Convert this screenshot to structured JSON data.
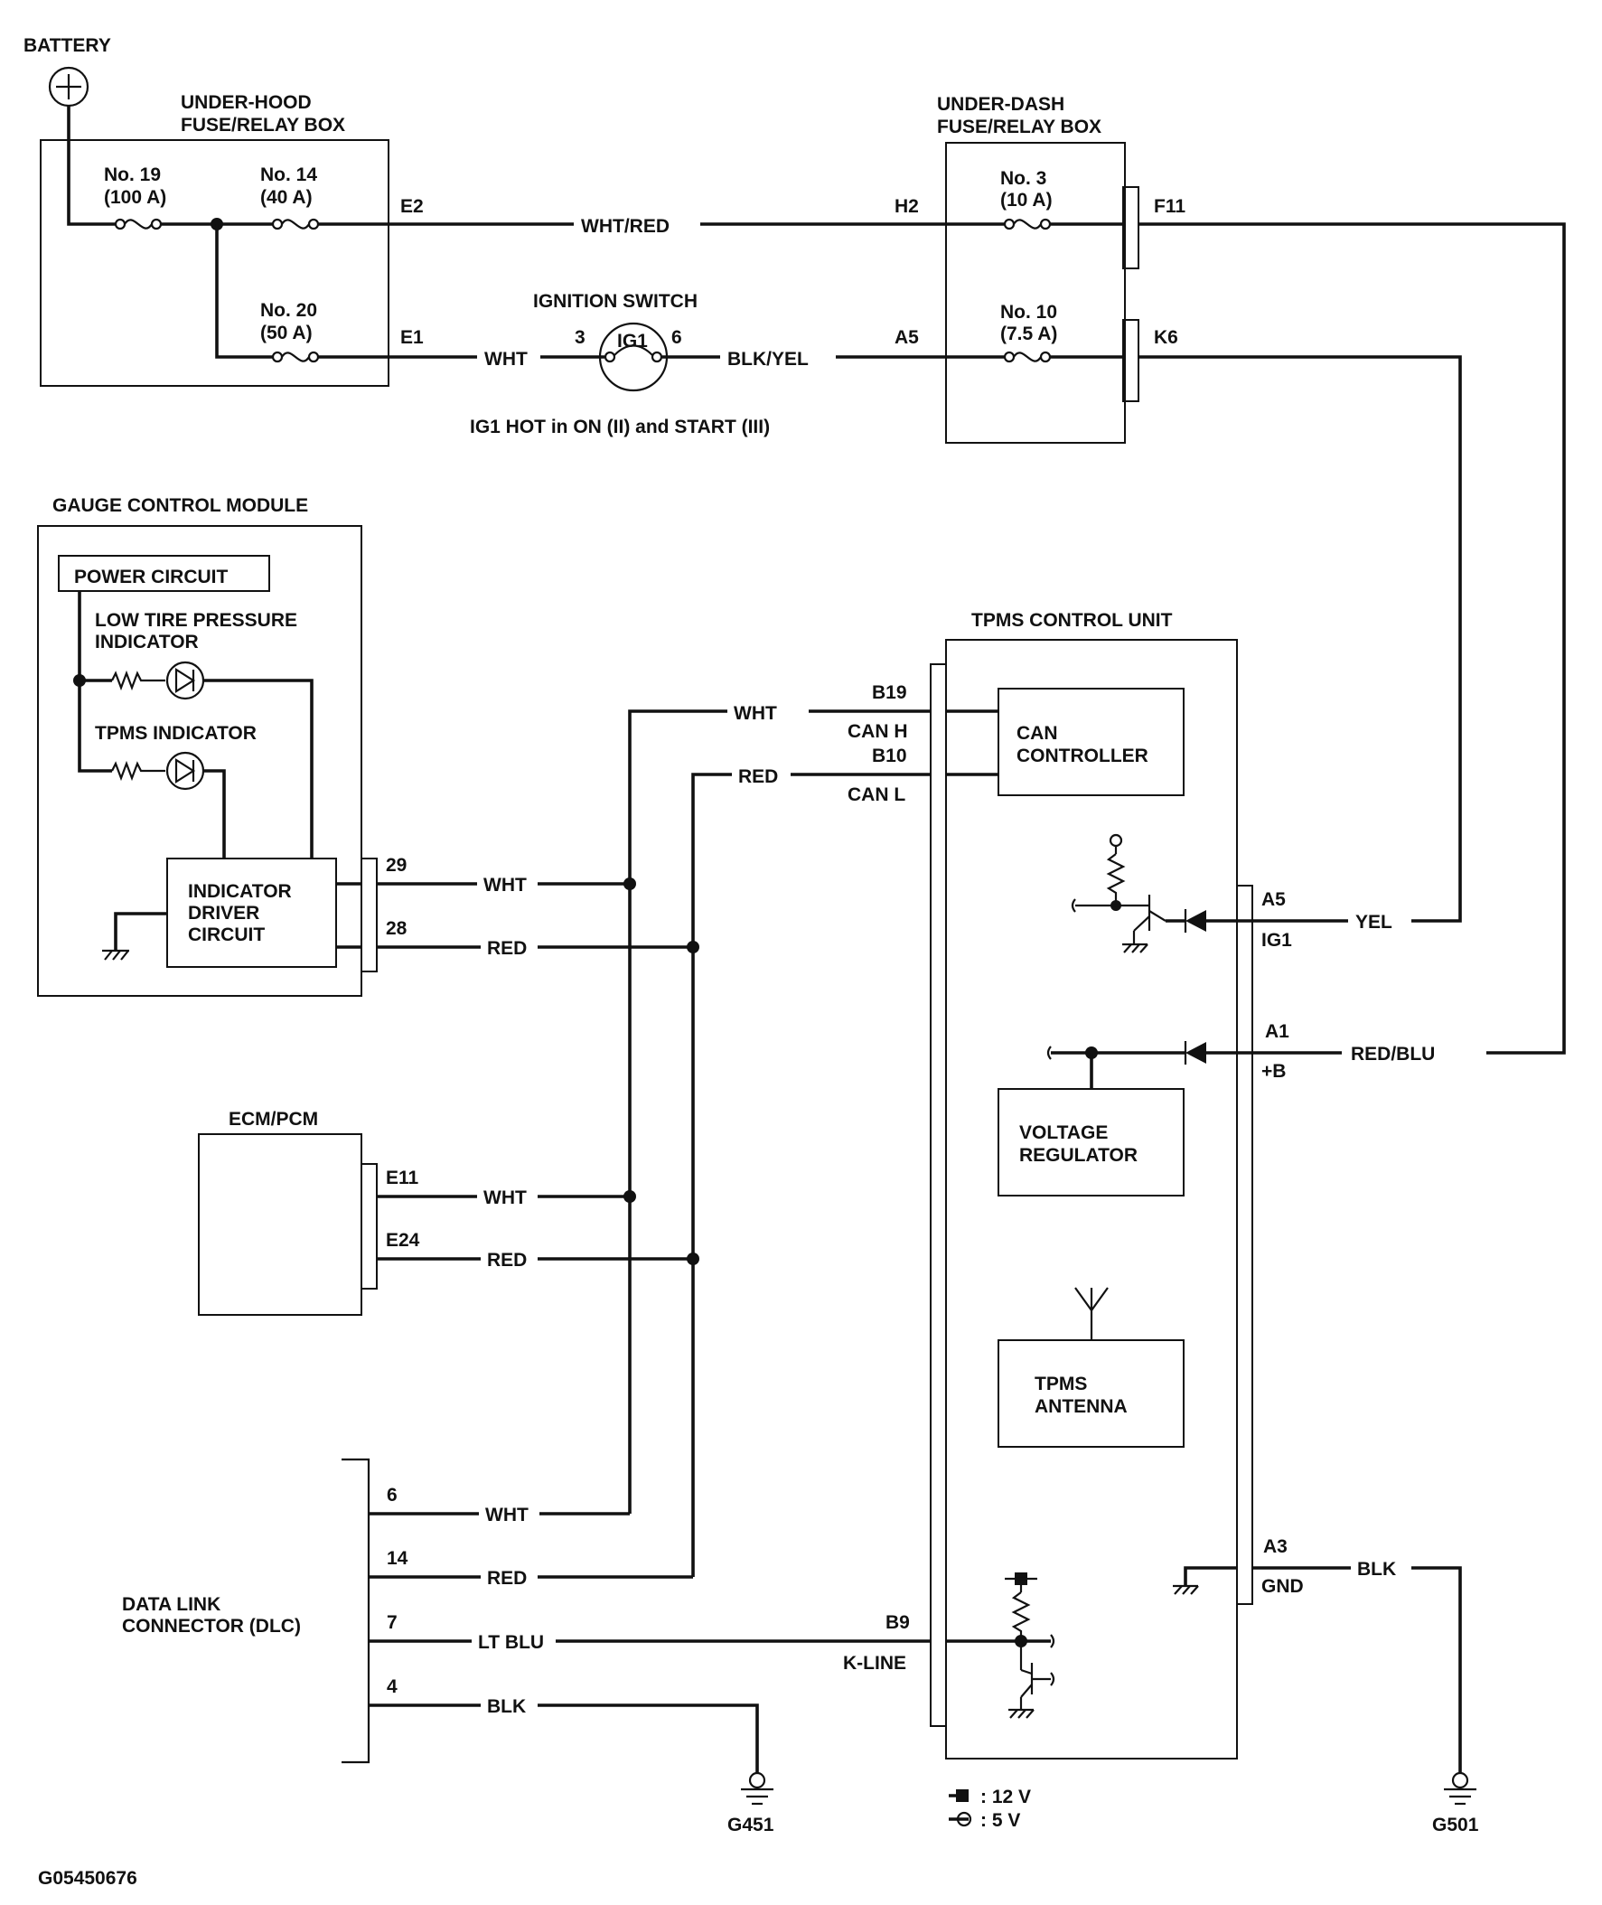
{
  "components": {
    "battery": "BATTERY",
    "under_hood_box": [
      "UNDER-HOOD",
      "FUSE/RELAY BOX"
    ],
    "under_dash_box": [
      "UNDER-DASH",
      "FUSE/RELAY BOX"
    ],
    "ignition_switch": "IGNITION SWITCH",
    "ignition_note": "IG1 HOT in ON (II) and START (III)",
    "gauge_control_module": "GAUGE CONTROL MODULE",
    "power_circuit": "POWER CIRCUIT",
    "low_tire_indicator": [
      "LOW TIRE PRESSURE",
      "INDICATOR"
    ],
    "tpms_indicator": "TPMS INDICATOR",
    "indicator_driver": [
      "INDICATOR",
      "DRIVER",
      "CIRCUIT"
    ],
    "ecm_pcm": "ECM/PCM",
    "dlc": [
      "DATA LINK",
      "CONNECTOR (DLC)"
    ],
    "tpms_control_unit": "TPMS CONTROL UNIT",
    "can_controller": [
      "CAN",
      "CONTROLLER"
    ],
    "voltage_regulator": [
      "VOLTAGE",
      "REGULATOR"
    ],
    "tpms_antenna": [
      "TPMS",
      "ANTENNA"
    ]
  },
  "fuses": {
    "f19": [
      "No. 19",
      "(100 A)"
    ],
    "f14": [
      "No. 14",
      "(40 A)"
    ],
    "f20": [
      "No. 20",
      "(50 A)"
    ],
    "f3": [
      "No. 3",
      "(10 A)"
    ],
    "f10": [
      "No. 10",
      "(7.5 A)"
    ]
  },
  "switch": {
    "label": "IG1",
    "pin_in": "3",
    "pin_out": "6"
  },
  "pins": {
    "e2": "E2",
    "e1": "E1",
    "h2": "H2",
    "a5_dash": "A5",
    "f11": "F11",
    "k6": "K6",
    "b19": "B19",
    "b10": "B10",
    "can_h": "CAN H",
    "can_l": "CAN L",
    "gcm_29": "29",
    "gcm_28": "28",
    "ecm_e11": "E11",
    "ecm_e24": "E24",
    "dlc_6": "6",
    "dlc_14": "14",
    "dlc_7": "7",
    "dlc_4": "4",
    "b9": "B9",
    "k_line": "K-LINE",
    "a5": "A5",
    "ig1": "IG1",
    "a1": "A1",
    "plus_b": "+B",
    "a3": "A3",
    "gnd": "GND"
  },
  "wires": {
    "wht_red": "WHT/RED",
    "wht": "WHT",
    "blk_yel": "BLK/YEL",
    "red": "RED",
    "yel": "YEL",
    "red_blu": "RED/BLU",
    "blk": "BLK",
    "lt_blu": "LT BLU"
  },
  "grounds": {
    "g451": "G451",
    "g501": "G501"
  },
  "legend": {
    "v12": ": 12 V",
    "v5": ": 5 V"
  },
  "figure_id": "G05450676"
}
